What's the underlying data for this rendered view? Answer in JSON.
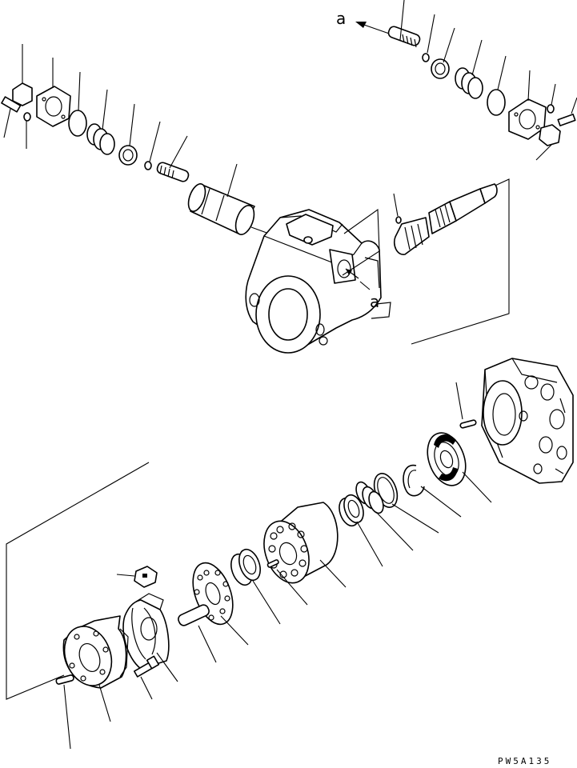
{
  "diagram": {
    "callouts": {
      "view_a_top": "a",
      "view_a_housing": "a"
    },
    "drawing_code": "PW5A135"
  }
}
